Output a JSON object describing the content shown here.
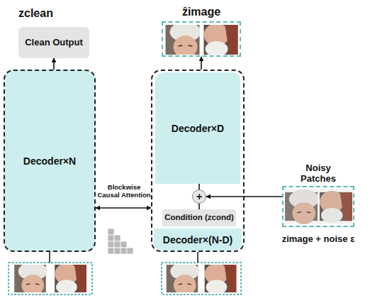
{
  "diagram": {
    "nodes": [
      {
        "text": [
          "zclean",
          "Clean Output"
        ]
      },
      {
        "text": [
          "ẑimage"
        ]
      },
      {
        "text": [
          "Decoder×N"
        ]
      },
      {
        "text": []
      },
      {
        "text": [
          "Decoder×D"
        ],
        "in": 3
      },
      {
        "text": [
          "+"
        ],
        "in": 3
      },
      {
        "text": [
          "Condition (zcond)"
        ],
        "in": 3
      },
      {
        "text": [
          "Decoder×(N-D)"
        ],
        "in": 3
      },
      {
        "text": [
          "Noisy Patches",
          "zimage + noise ε"
        ]
      }
    ],
    "edges": [
      {
        "from": 2,
        "to": 0,
        "arrow": "to"
      },
      {
        "from": 3,
        "to": 1,
        "arrow": "to"
      },
      {
        "from": 2,
        "to": 3,
        "arrow": "both",
        "label": "Blockwise Causal Attention"
      },
      {
        "from": 8,
        "to": 5,
        "arrow": "to"
      },
      {
        "from": 6,
        "to": 5,
        "arrow": "none"
      },
      {
        "from": 5,
        "to": 4,
        "arrow": "none"
      }
    ]
  }
}
